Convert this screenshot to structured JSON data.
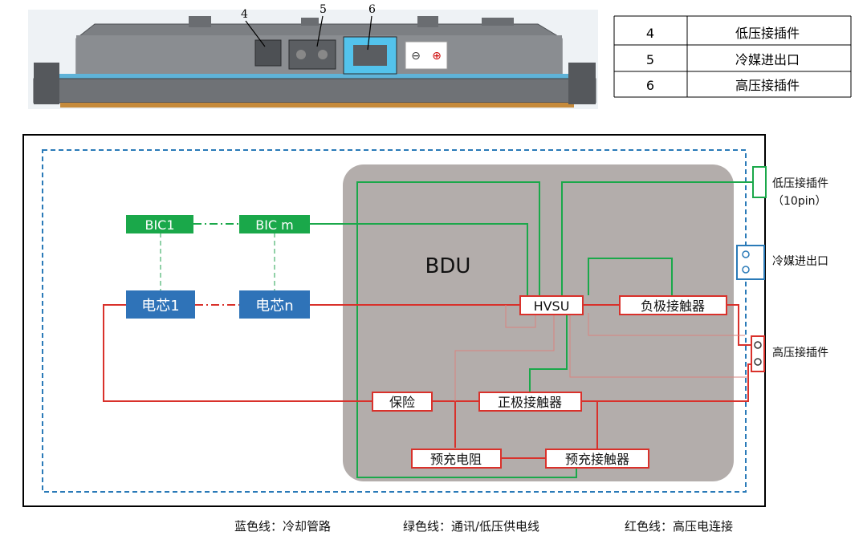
{
  "photo": {
    "callouts": [
      "4",
      "5",
      "6"
    ]
  },
  "legend_table": {
    "rows": [
      {
        "num": "4",
        "name": "低压接插件"
      },
      {
        "num": "5",
        "name": "冷媒进出口"
      },
      {
        "num": "6",
        "name": "高压接插件"
      }
    ]
  },
  "diagram": {
    "bdu_label": "BDU",
    "bic1": "BIC1",
    "bicm": "BIC m",
    "cell1": "电芯1",
    "celln": "电芯n",
    "hvsu": "HVSU",
    "neg_contactor": "负极接触器",
    "fuse": "保险",
    "pos_contactor": "正极接触器",
    "precharge_resistor": "预充电阻",
    "precharge_contactor": "预充接触器",
    "lv_connector_line1": "低压接插件",
    "lv_connector_line2": "（10pin）",
    "coolant_port": "冷媒进出口",
    "hv_connector": "高压接插件"
  },
  "legend_lines": {
    "blue": "蓝色线：冷却管路",
    "green": "绿色线：通讯/低压供电线",
    "red": "红色线：高压电连接"
  },
  "colors": {
    "green": "#1aa84a",
    "red": "#d9312b",
    "blue": "#2a7ab8",
    "bdu_gray": "#b3adab",
    "cell_blue": "#2f73b8"
  }
}
